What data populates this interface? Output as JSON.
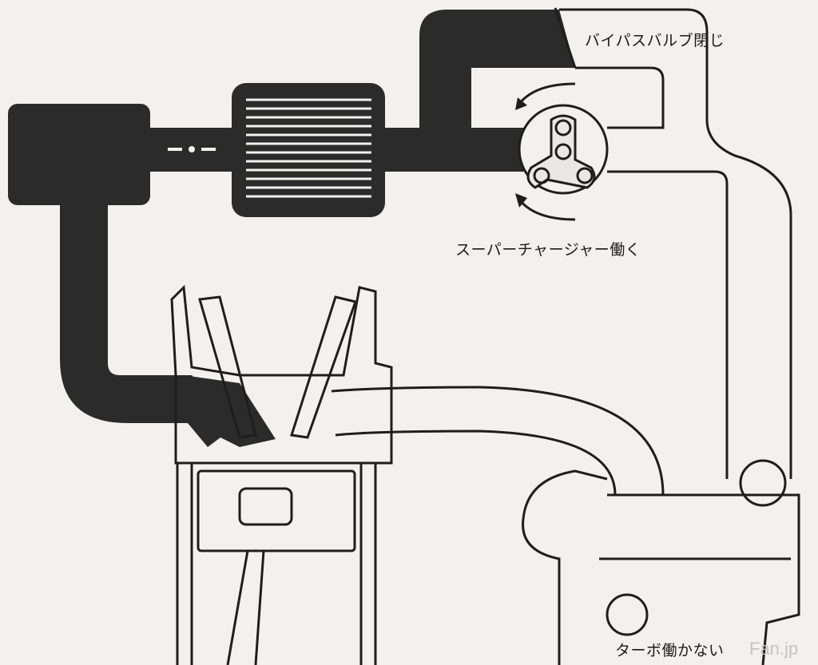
{
  "labels": {
    "bypass_valve": "バイパスバルブ閉じ",
    "supercharger": "スーパーチャージャー働く",
    "turbo": "ターボ働かない"
  },
  "watermark": "Fan.jp",
  "colors": {
    "fill": "#2b2b2b",
    "paper": "#f2f1ee",
    "line": "#1e1e1e"
  }
}
